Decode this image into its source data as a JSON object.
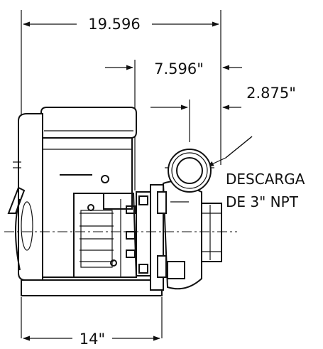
{
  "dimensions": {
    "overall_width": "19.596",
    "inlet_offset": "7.596\"",
    "discharge_offset": "2.875\"",
    "base_length": "14\""
  },
  "callout": {
    "line1": "DESCARGA",
    "line2": "DE 3\" NPT"
  },
  "icons": {
    "engine": "engine-drawing",
    "pump": "centrifugal-pump-drawing",
    "arrow": "dimension-arrow"
  },
  "colors": {
    "ink": "#111111",
    "background": "#ffffff"
  }
}
